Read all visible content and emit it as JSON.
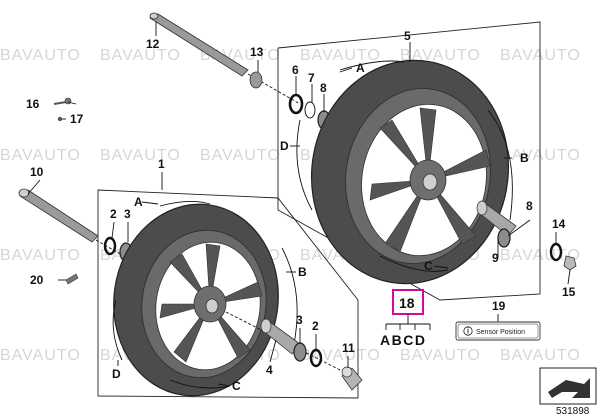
{
  "watermark": "BAVAUTO",
  "labels": {
    "p1": "1",
    "p2a": "2",
    "p3a": "3",
    "p4": "4",
    "p5": "5",
    "p6": "6",
    "p7": "7",
    "p8a": "8",
    "p9": "9",
    "p10": "10",
    "p11": "11",
    "p12": "12",
    "p13": "13",
    "p14": "14",
    "p15": "15",
    "p16": "16",
    "p17": "17",
    "p18": "18",
    "p19": "19",
    "p20": "20",
    "p2b": "2",
    "p3b": "3",
    "p8b": "8",
    "rearA": "A",
    "rearB": "B",
    "rearC": "C",
    "rearD": "D",
    "frontA": "A",
    "frontB": "B",
    "frontC": "C",
    "frontD": "D",
    "setABCD": "ABCD"
  },
  "sensor_text": "Sensor Position",
  "ref_number": "531898",
  "colors": {
    "highlight": "#d6089a",
    "wheel": "#5d5d5d",
    "wheel_dark": "#3f3f3f"
  },
  "icons": {
    "sensor": "info-circle-icon",
    "corner": "view-arrow-icon"
  }
}
